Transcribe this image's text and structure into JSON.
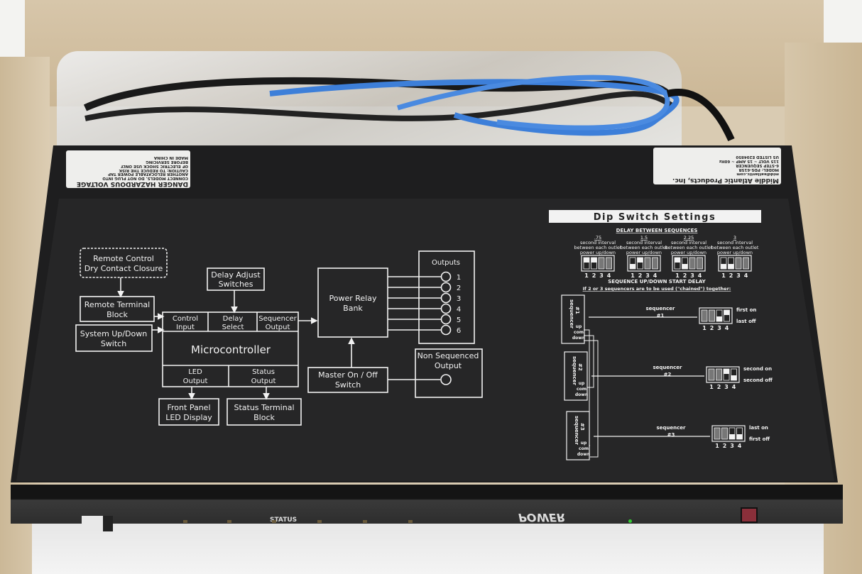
{
  "warning_label": {
    "title": "DANGER HAZARDOUS VOLTAGE",
    "lines": [
      "CONNECT MODELS. DO NOT PLUG INTO",
      "ANOTHER RELOCATABLE POWER TAP",
      "CAUTION: TO REDUCE THE RISK",
      "OF ELECTRIC SHOCK USE ONLY",
      "BEFORE SERVICING",
      "MADE IN CHINA"
    ]
  },
  "model_label": {
    "brand": "Middle Atlantic Products, Inc.",
    "website": "middleatlantic.com",
    "model": "MODEL: PDS-615R",
    "description": "6-STEP SEQUENCER",
    "rating": "115 VOLT ~ 15 AMP ~ 60Hz",
    "listing": "US LISTED",
    "file_no": "E204850"
  },
  "block_diagram": {
    "remote_control": [
      "Remote Control",
      "Dry Contact Closure"
    ],
    "remote_terminal": [
      "Remote Terminal",
      "Block"
    ],
    "system_switch": [
      "System Up/Down",
      "Switch"
    ],
    "delay_adjust": [
      "Delay Adjust",
      "Switches"
    ],
    "control_input": [
      "Control",
      "Input"
    ],
    "delay_select": [
      "Delay",
      "Select"
    ],
    "sequencer_output": [
      "Sequencer",
      "Output"
    ],
    "microcontroller": "Microcontroller",
    "led_output": [
      "LED",
      "Output"
    ],
    "status_output": [
      "Status",
      "Output"
    ],
    "front_panel": [
      "Front Panel",
      "LED Display"
    ],
    "status_terminal": [
      "Status Terminal",
      "Block"
    ],
    "relay_bank": [
      "Power Relay",
      "Bank"
    ],
    "outputs_title": "Outputs",
    "outputs": [
      "1",
      "2",
      "3",
      "4",
      "5",
      "6"
    ],
    "master_switch": [
      "Master On / Off",
      "Switch"
    ],
    "non_sequenced": [
      "Non Sequenced",
      "Output"
    ]
  },
  "dip_settings": {
    "title": "Dip Switch Settings",
    "delay_heading": "DELAY BETWEEN SEQUENCES",
    "delays": [
      {
        "value": ".75",
        "switches": [
          "up",
          "up",
          "off",
          "off"
        ]
      },
      {
        "value": "1.5",
        "switches": [
          "down",
          "up",
          "off",
          "off"
        ]
      },
      {
        "value": "2.25",
        "switches": [
          "up",
          "down",
          "off",
          "off"
        ]
      },
      {
        "value": "3",
        "switches": [
          "down",
          "down",
          "off",
          "off"
        ]
      }
    ],
    "delay_desc": [
      "second interval",
      "between each outlet",
      "power up/down"
    ],
    "switch_numbers": [
      "1",
      "2",
      "3",
      "4"
    ],
    "start_delay_heading": "SEQUENCE UP/DOWN START DELAY",
    "chained_note": "If 2 or 3 sequencers are to be used (\"chained\") together:",
    "sequencers": [
      {
        "box": [
          "sequencer",
          "#1"
        ],
        "label": [
          "sequencer",
          "#1"
        ],
        "notes": [
          "first on",
          "last off"
        ],
        "switches": [
          "off",
          "off",
          "down",
          "up"
        ]
      },
      {
        "box": [
          "sequencer",
          "#2"
        ],
        "label": [
          "sequencer",
          "#2"
        ],
        "notes": [
          "second on",
          "second off"
        ],
        "switches": [
          "off",
          "off",
          "up",
          "down"
        ]
      },
      {
        "box": [
          "sequencer",
          "#3"
        ],
        "label": [
          "sequencer",
          "#3"
        ],
        "notes": [
          "last on",
          "first off"
        ],
        "switches": [
          "off",
          "off",
          "down",
          "down"
        ]
      }
    ],
    "terminals": [
      "up",
      "com",
      "down"
    ]
  },
  "front_panel": {
    "status_label": "STATUS",
    "power_label": "POWER"
  },
  "colors": {
    "panel": "#262627",
    "print": "#f2f2f2",
    "cable_blue": "#3d7fd9",
    "cardboard": "#d9cbb2"
  }
}
